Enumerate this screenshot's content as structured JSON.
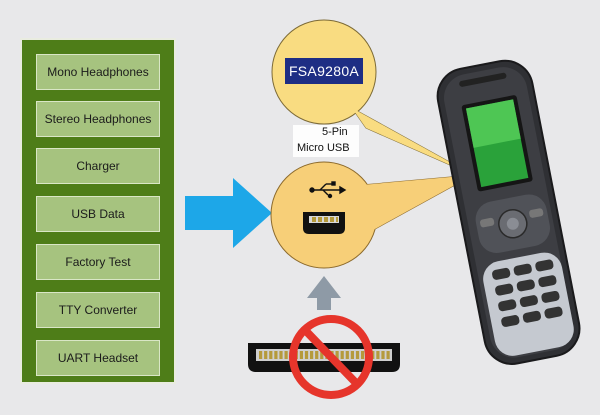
{
  "devices": [
    "Mono Headphones",
    "Stereo Headphones",
    "Charger",
    "USB Data",
    "Factory Test",
    "TTY Converter",
    "UART Headset"
  ],
  "chip": "FSA9280A",
  "connector_label": [
    "5-Pin",
    "Micro USB"
  ],
  "colors": {
    "panel": "#4e7d18",
    "item": "#a6c37f",
    "arrow": "#1da7e8",
    "callout": "#f9dc81",
    "chip": "#1e2e84",
    "prohibit": "#e6352b",
    "gray_arrow": "#8e9aa6"
  },
  "icons": [
    "usb-icon",
    "prohibited-icon",
    "phone-icon"
  ]
}
